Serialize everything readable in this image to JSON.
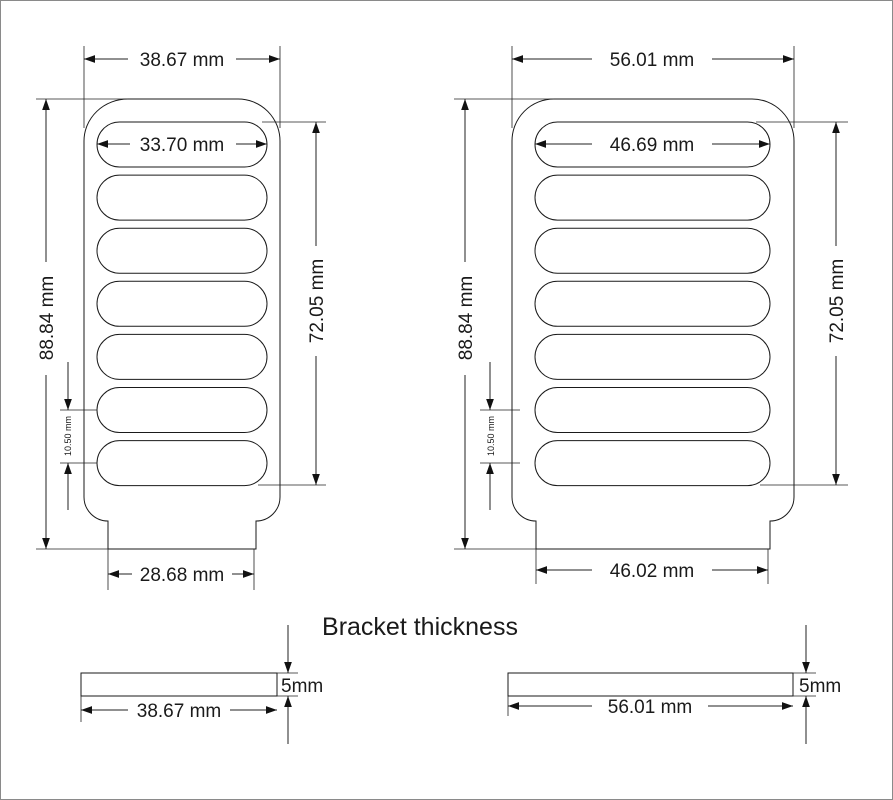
{
  "section_title": "Bracket thickness",
  "left_bracket": {
    "width": "38.67 mm",
    "slot_width": "33.70 mm",
    "height": "88.84 mm",
    "slots_span": "72.05 mm",
    "slot_pitch": "10.50 mm",
    "base_width": "28.68 mm",
    "slot_count": 7
  },
  "right_bracket": {
    "width": "56.01 mm",
    "slot_width": "46.69 mm",
    "height": "88.84 mm",
    "slots_span": "72.05 mm",
    "slot_pitch": "10.50 mm",
    "base_width": "46.02 mm",
    "slot_count": 7
  },
  "left_thickness": {
    "thickness": "5mm",
    "length": "38.67 mm"
  },
  "right_thickness": {
    "thickness": "5mm",
    "length": "56.01 mm"
  }
}
